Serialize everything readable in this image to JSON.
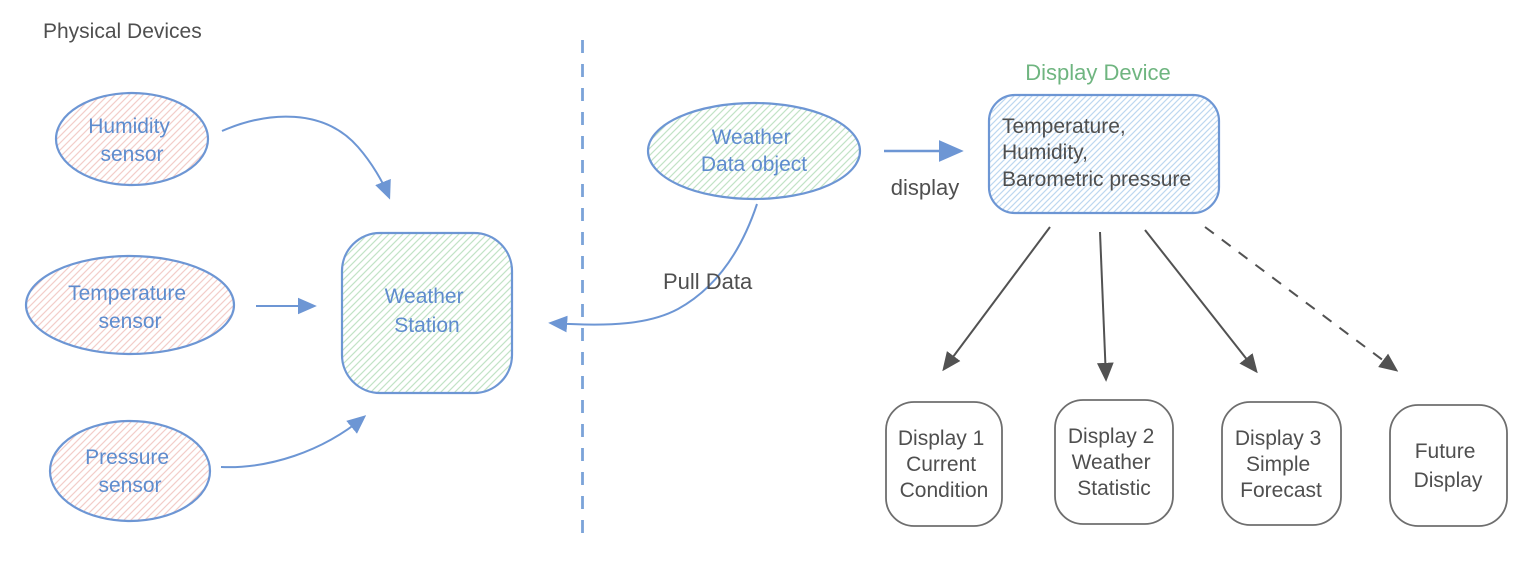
{
  "colors": {
    "background": "#ffffff",
    "blue_stroke": "#6d96d4",
    "blue_text": "#5e8cce",
    "green_text": "#6fb580",
    "gray_text": "#4f4f4f",
    "gray_stroke": "#6e6e6e",
    "arrow_gray": "#525252",
    "red_hatch": "#f3cdc9",
    "green_hatch": "#c2e3c6",
    "blue_hatch": "#bdd8f0",
    "dashed_line_blue": "#7ba3d9"
  },
  "labels": {
    "physical_devices": "Physical Devices",
    "pull_data": "Pull Data",
    "display_arrow": "display",
    "display_device": "Display Device"
  },
  "sensors": [
    {
      "line1": "Humidity",
      "line2": "sensor"
    },
    {
      "line1": "Temperature",
      "line2": "sensor"
    },
    {
      "line1": "Pressure",
      "line2": "sensor"
    }
  ],
  "weather_station": {
    "line1": "Weather",
    "line2": "Station"
  },
  "weather_data_object": {
    "line1": "Weather",
    "line2": "Data object"
  },
  "display_device_box": {
    "line1": "Temperature,",
    "line2": "Humidity,",
    "line3": "Barometric pressure"
  },
  "displays": [
    {
      "line1": "Display 1",
      "line2": "Current",
      "line3": "Condition"
    },
    {
      "line1": "Display 2",
      "line2": "Weather",
      "line3": "Statistic"
    },
    {
      "line1": "Display 3",
      "line2": "Simple",
      "line3": "Forecast"
    },
    {
      "line1": "Future",
      "line2": "Display"
    }
  ]
}
